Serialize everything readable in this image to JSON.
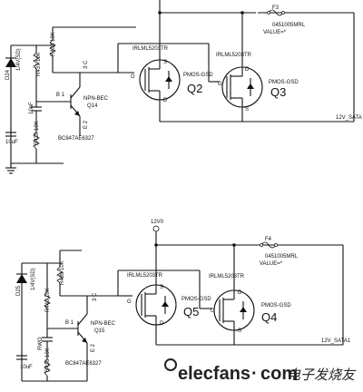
{
  "top": {
    "diode": {
      "ref": "D24",
      "value": "1/4V(SD)"
    },
    "r_pullup": "R437  10K",
    "r_gate": "R438  10K",
    "r_cap": "R439  10K",
    "cap_small": "10nF",
    "cap_big": "10uF",
    "q_npn": {
      "type": "NPN-BEC",
      "ref": "Q14",
      "part": "BC847AE6327"
    },
    "pins": {
      "b": "B 1",
      "c": "3 C",
      "e": "E 2"
    },
    "q2": {
      "part": "IRLML5203TR",
      "type": "PMOS-GSD",
      "ref": "Q2"
    },
    "q3": {
      "part": "IRLML5203TR",
      "type": "PMOS-GSD",
      "ref": "Q3"
    },
    "fuse": {
      "ref": "F3",
      "part": "0451005MRL",
      "value": "VALUE=*"
    },
    "net_out": "12V_SATA"
  },
  "bottom": {
    "supply": "12V0",
    "diode": {
      "ref": "D25",
      "value": "1/4V(SD)"
    },
    "r_pullup": "R440  10K",
    "r_gate": "R439  10K",
    "r_cap": "R436  10K",
    "cap_small": "RWO",
    "cap_big": "10uF",
    "q_npn": {
      "type": "NPN-BEC",
      "ref": "Q15",
      "part": "BC847AE6327"
    },
    "pins": {
      "b": "B 1",
      "c": "3 C",
      "e": "E 2"
    },
    "q5": {
      "part": "IRLML5203TR",
      "type": "PMOS-GSD",
      "ref": "Q5"
    },
    "q4": {
      "part": "IRLML5203TR",
      "type": "PMOS-GSD",
      "ref": "Q4"
    },
    "fuse": {
      "ref": "F4",
      "part": "0451005MRL",
      "value": "VALUE=*"
    },
    "net_out": "12V_SATA1"
  },
  "watermark": {
    "site": "elecfans",
    "domain": "com",
    "cn": "电子发烧友"
  }
}
